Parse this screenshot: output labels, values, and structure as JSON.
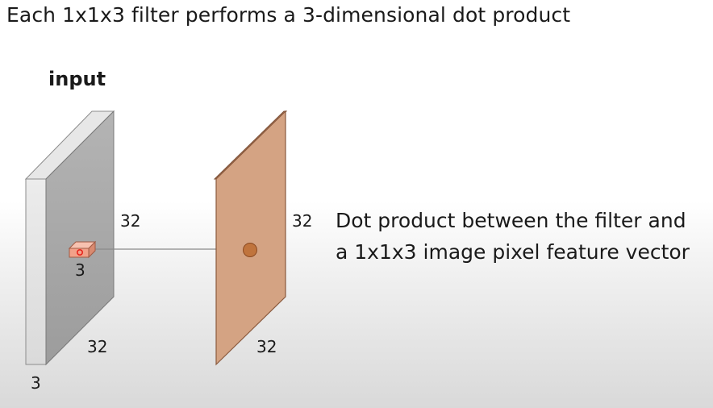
{
  "slide": {
    "title": "Each 1x1x3 filter performs a 3-dimensional dot product",
    "input_label": "input",
    "input_volume": {
      "height_label": "32",
      "width_label": "32",
      "depth_label": "3",
      "face_color": "#a9a9a9",
      "side_color": "#e3e3e3",
      "filter_label": "3",
      "filter_color": "#f2a189",
      "filter_dot_color": "#e8241c"
    },
    "output_map": {
      "height_label": "32",
      "width_label": "32",
      "face_color": "#d4a383",
      "edge_color": "#8a5a3e",
      "dot_color": "#c0743d"
    },
    "description": {
      "line1": "Dot product between the filter and",
      "line2": "a 1x1x3 image pixel feature vector"
    }
  }
}
